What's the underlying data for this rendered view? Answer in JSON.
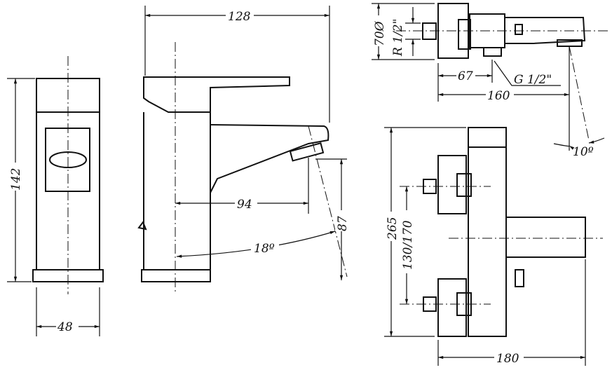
{
  "drawing": {
    "dims_basin": {
      "height": "142",
      "width": "48",
      "length": "128",
      "spout_reach": "94",
      "spout_height": "87",
      "angle": "18º"
    },
    "dims_bath_top": {
      "diameter": "70Ø",
      "inlet_thread": "R 1/2\"",
      "offset": "67",
      "outlet_thread": "G 1/2\"",
      "projection": "160",
      "angle": "10º"
    },
    "dims_bath_front": {
      "height": "265",
      "centers": "130/170",
      "projection": "180"
    }
  }
}
